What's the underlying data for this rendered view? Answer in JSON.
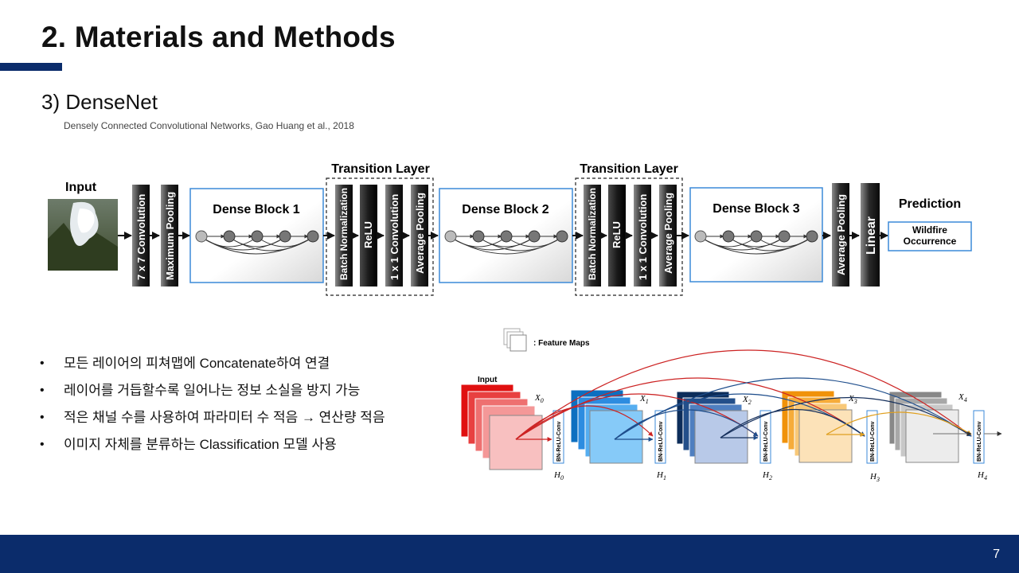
{
  "slide": {
    "title": "2. Materials and Methods",
    "subtitle": "3) DenseNet",
    "citation": "Densely Connected Convolutional Networks, Gao Huang et al., 2018",
    "page_number": "7"
  },
  "colors": {
    "navy": "#0b2c6b",
    "block_border": "#3b8ad8",
    "node_fill": "#777777",
    "red": "#cc2222",
    "blue": "#1f4e8c",
    "orange": "#e0a020"
  },
  "densenet_diagram": {
    "input_label": "Input",
    "prediction_label": "Prediction",
    "prediction_box": [
      "Wildfire",
      "Occurrence"
    ],
    "layers": {
      "conv7": "7 x 7 Convolution",
      "maxpool": "Maximum Pooling",
      "batchnorm": "Batch Normalization",
      "relu": "ReLU",
      "conv1": "1 x 1 Convolution",
      "avgpool": "Average Pooling",
      "linear": "Linear"
    },
    "dense_blocks": [
      "Dense Block 1",
      "Dense Block 2",
      "Dense Block 3"
    ],
    "transition_label": "Transition Layer"
  },
  "feature_map_diagram": {
    "legend": ": Feature Maps",
    "input_label": "Input",
    "x_labels": [
      "X",
      "X",
      "X",
      "X",
      "X"
    ],
    "x_subs": [
      "0",
      "1",
      "2",
      "3",
      "4"
    ],
    "h_labels": [
      "H",
      "H",
      "H",
      "H",
      "H"
    ],
    "h_subs": [
      "0",
      "1",
      "2",
      "3",
      "4"
    ],
    "bn_label": "BN-ReLU-Conv"
  },
  "bullets": [
    "모든 레이어의 피쳐맵에 Concatenate하여 연결",
    "레이어를 거듭할수록 일어나는 정보 소실을 방지 가능",
    "적은 채널 수를 사용하여 파라미터 수 적음 → 연산량 적음",
    "이미지 자체를 분류하는 Classification 모델 사용"
  ]
}
